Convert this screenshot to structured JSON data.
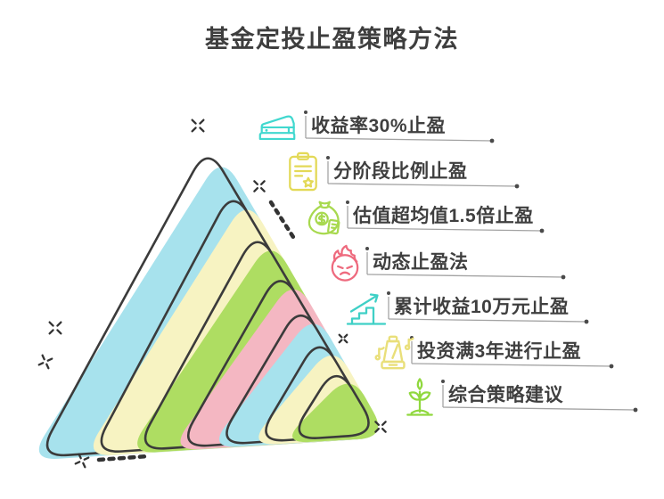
{
  "title": "基金定投止盈策略方法",
  "items": [
    {
      "label": "收益率30%止盈",
      "icon": "stapler-icon",
      "color": "#41d8cf"
    },
    {
      "label": "分阶段比例止盈",
      "icon": "clipboard-icon",
      "color": "#e3d957"
    },
    {
      "label": "估值超均值1.5倍止盈",
      "icon": "moneybag-icon",
      "color": "#a8d94f"
    },
    {
      "label": "动态止盈法",
      "icon": "angry-face-icon",
      "color": "#ee6a7e"
    },
    {
      "label": "累计收益10万元止盈",
      "icon": "stairs-arrow-icon",
      "color": "#3fd0c6"
    },
    {
      "label": "投资满3年进行止盈",
      "icon": "metronome-icon",
      "color": "#e9df7a"
    },
    {
      "label": "综合策略建议",
      "icon": "sapling-icon",
      "color": "#90d83e"
    }
  ],
  "pyramid": {
    "outline_color": "#3b3b3b",
    "layer_colors": [
      "#a7e2ed",
      "#f7f3c2",
      "#aedd62",
      "#f4b7c2",
      "#a7e2ed",
      "#f7f3c2",
      "#aedd62"
    ]
  },
  "decoration_color": "#333333",
  "connector_line_color": "#a3a3a3",
  "connector_dot_color": "#4a4a4a",
  "text_color": "#3f3f3f"
}
